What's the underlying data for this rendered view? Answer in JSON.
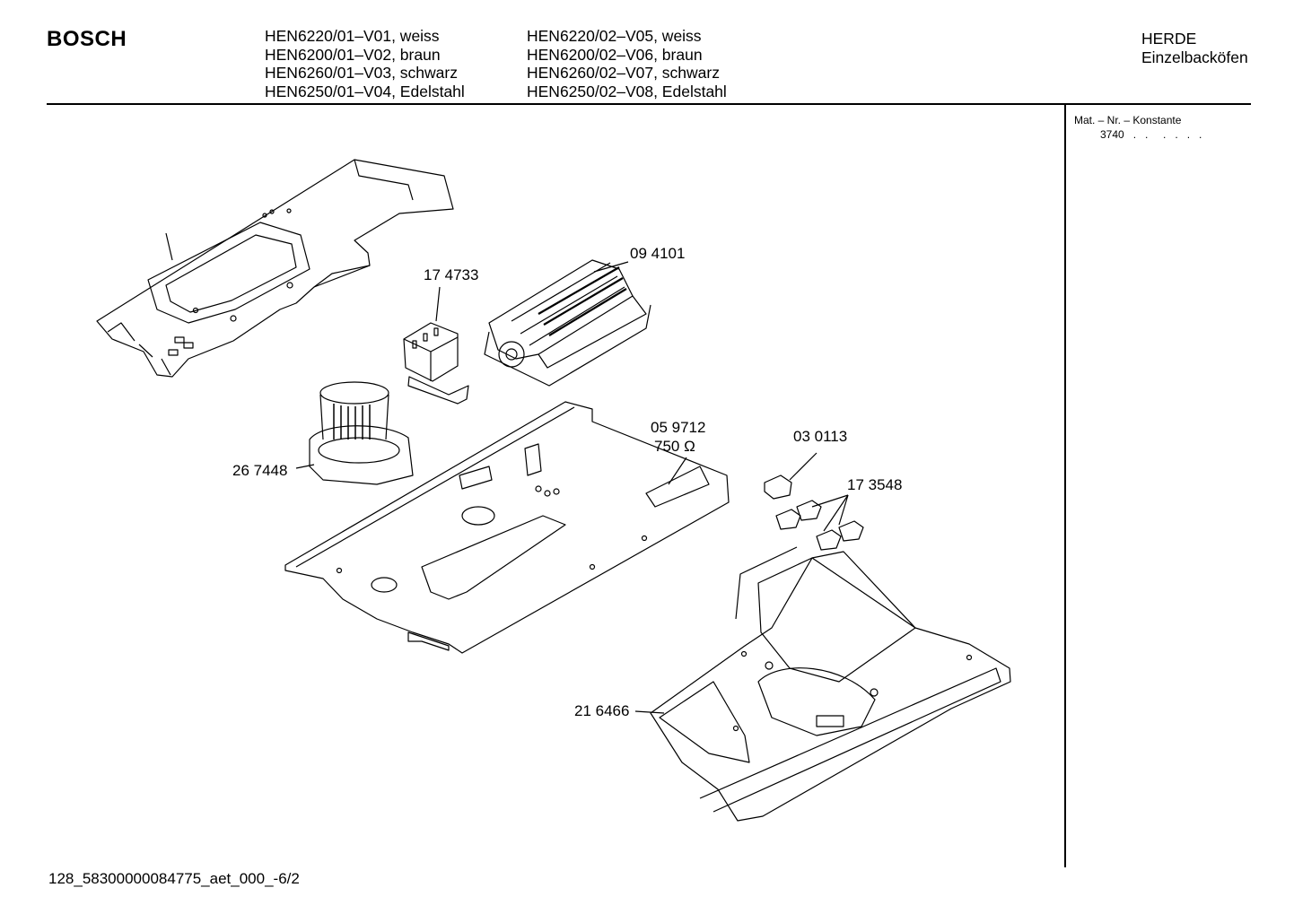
{
  "header": {
    "brand": "BOSCH",
    "models_left": [
      "HEN6220/01–V01, weiss",
      "HEN6200/01–V02, braun",
      "HEN6260/01–V03, schwarz",
      "HEN6250/01–V04, Edelstahl"
    ],
    "models_right": [
      "HEN6220/02–V05, weiss",
      "HEN6200/02–V06, braun",
      "HEN6260/02–V07, schwarz",
      "HEN6250/02–V08, Edelstahl"
    ],
    "category_line1": "HERDE",
    "category_line2": "Einzelbacköfen"
  },
  "side_panel": {
    "title": "Mat. – Nr. – Konstante",
    "value": "3740   .   .     .   .   .   ."
  },
  "parts": [
    {
      "id": "part-174733",
      "label": "17 4733"
    },
    {
      "id": "part-094101",
      "label": "09 4101"
    },
    {
      "id": "part-267448",
      "label": "26 7448"
    },
    {
      "id": "part-059712",
      "label": "05 9712"
    },
    {
      "id": "part-059712-ohm",
      "label": "750 Ω"
    },
    {
      "id": "part-030113",
      "label": "03  0113"
    },
    {
      "id": "part-173548",
      "label": "17 3548"
    },
    {
      "id": "part-216466",
      "label": "21 6466"
    }
  ],
  "footer": {
    "code": "128_58300000084775_aet_000_-6/2"
  }
}
